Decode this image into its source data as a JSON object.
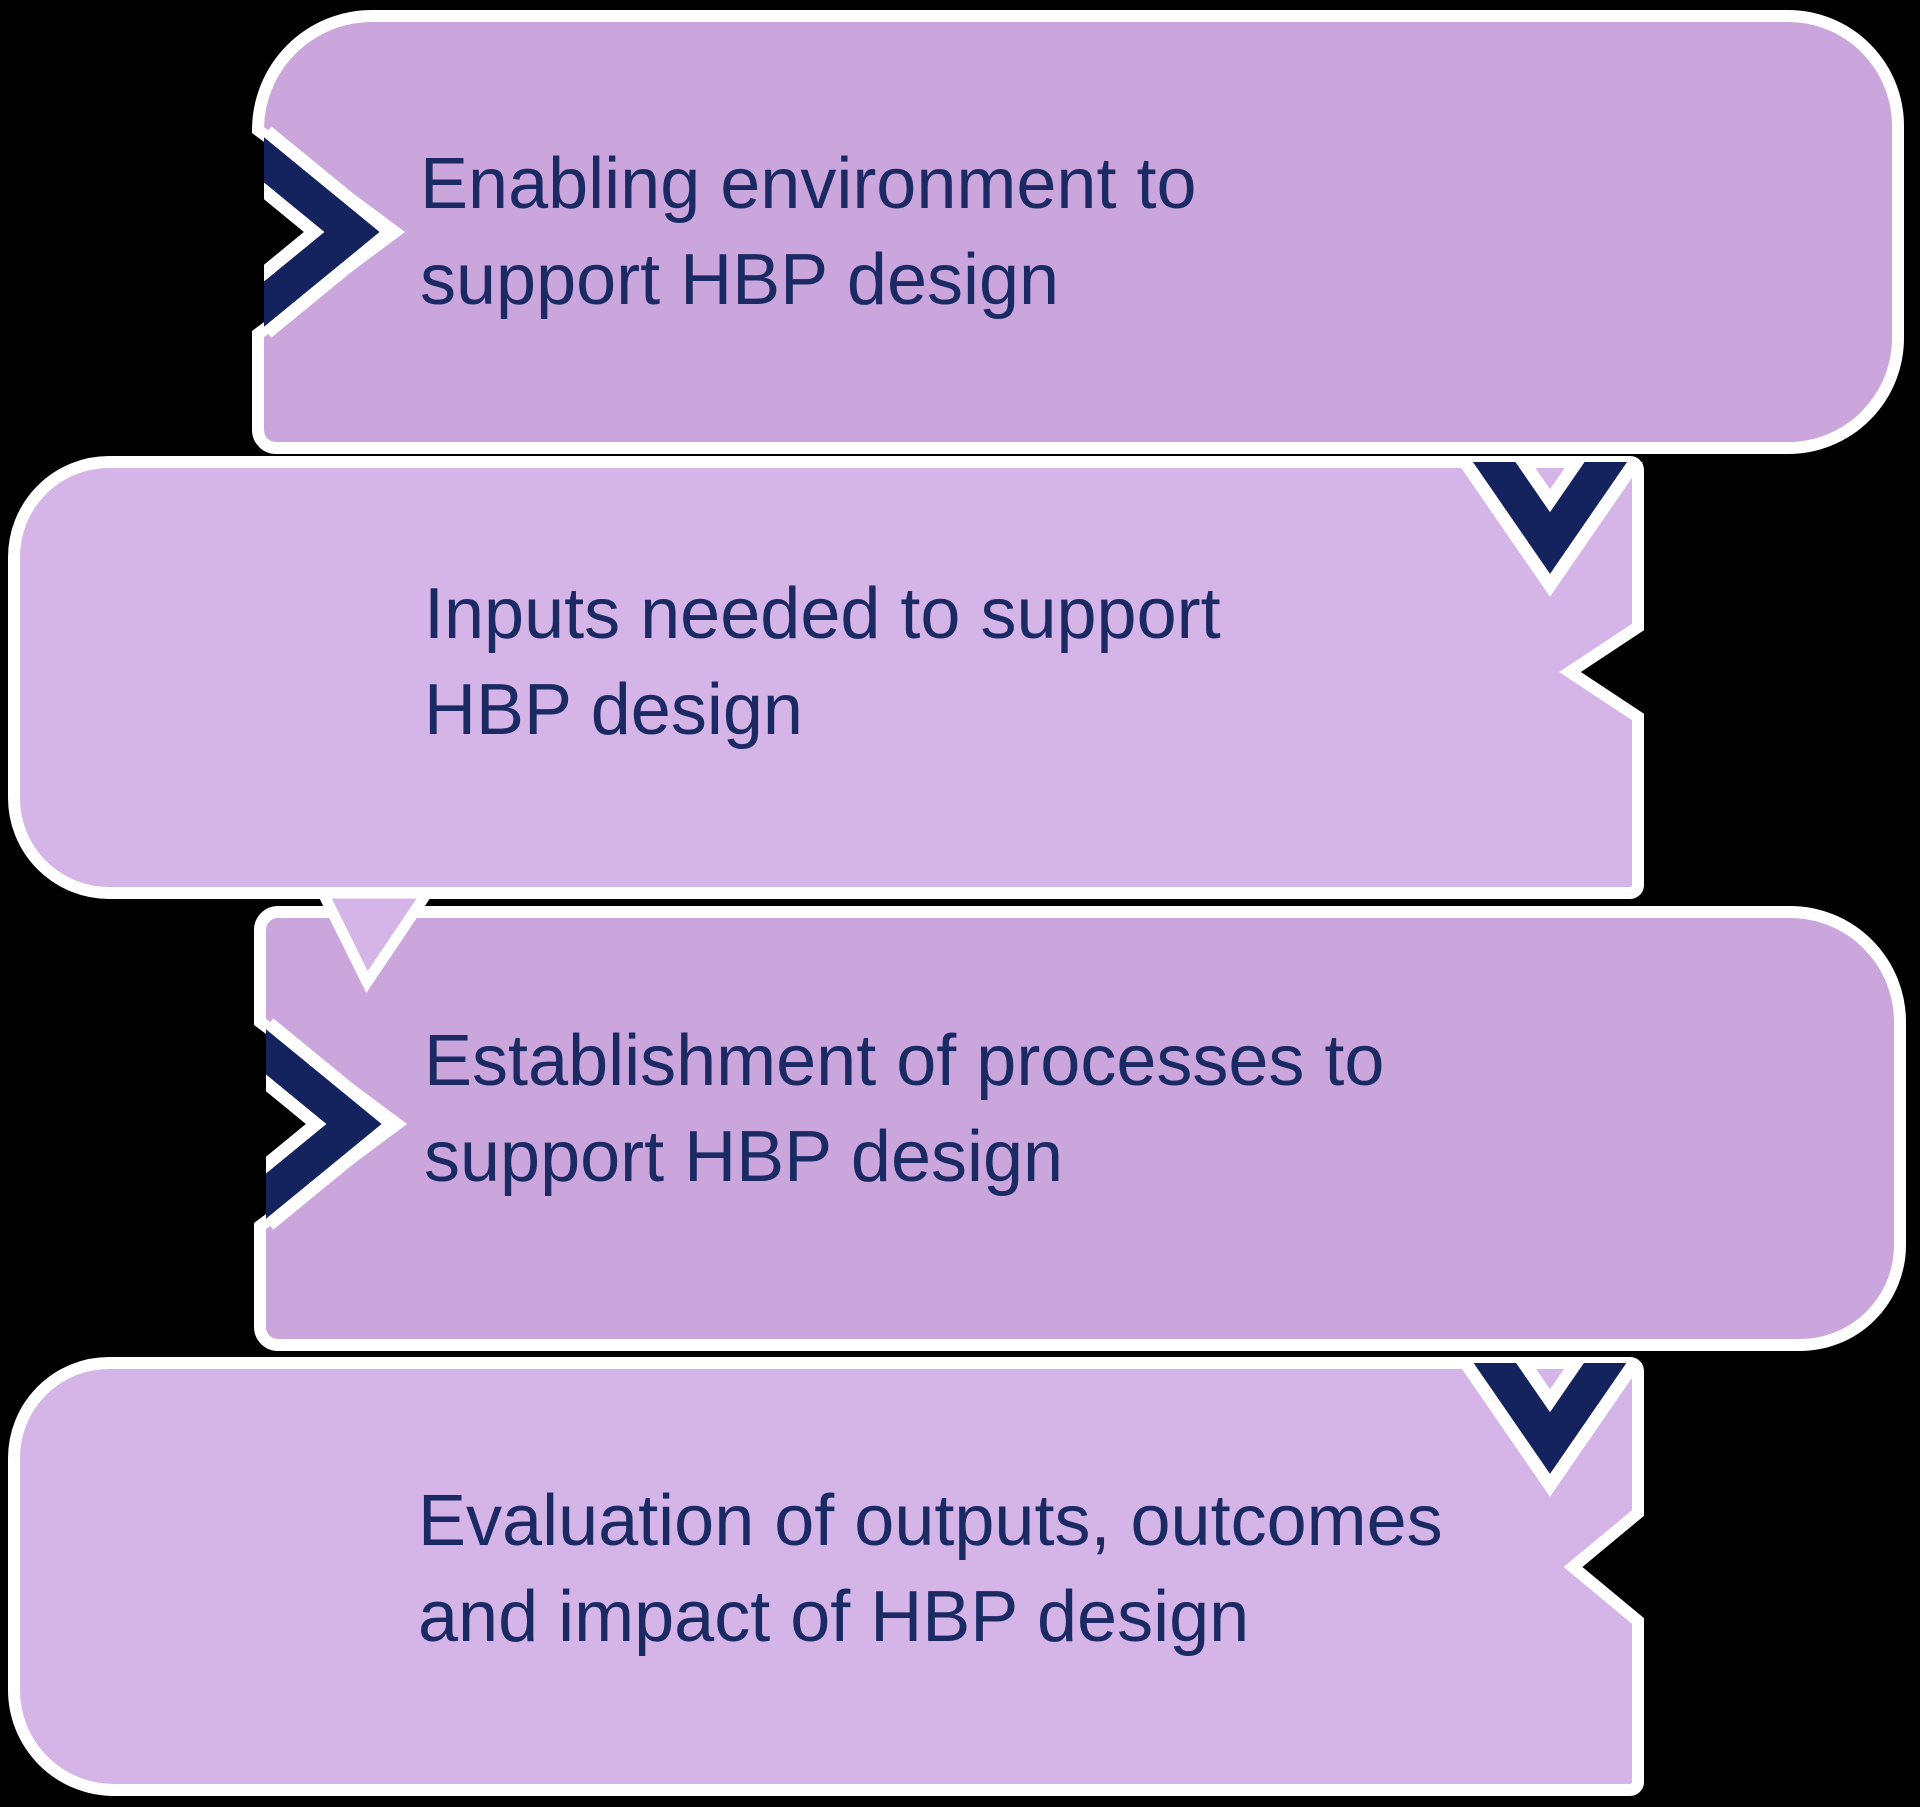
{
  "diagram": {
    "colors": {
      "background": "#000000",
      "outline": "#ffffff",
      "chevron_navy": "#14235d",
      "text_navy": "#1b2a63",
      "fill_step_odd": "#cba6dd",
      "fill_step_even": "#d5b4e8"
    },
    "steps": [
      {
        "fill": "#cba6dd",
        "lines": [
          "Enabling environment to",
          "support HBP design"
        ]
      },
      {
        "fill": "#d5b4e8",
        "lines": [
          "Inputs needed to support",
          "HBP design"
        ]
      },
      {
        "fill": "#cba6dd",
        "lines": [
          "Establishment of processes to",
          "support HBP design"
        ]
      },
      {
        "fill": "#d5b4e8",
        "lines": [
          "Evaluation of outputs, outcomes",
          "and impact of HBP design"
        ]
      }
    ],
    "connector_tail_fill": "#d5b4e8"
  }
}
